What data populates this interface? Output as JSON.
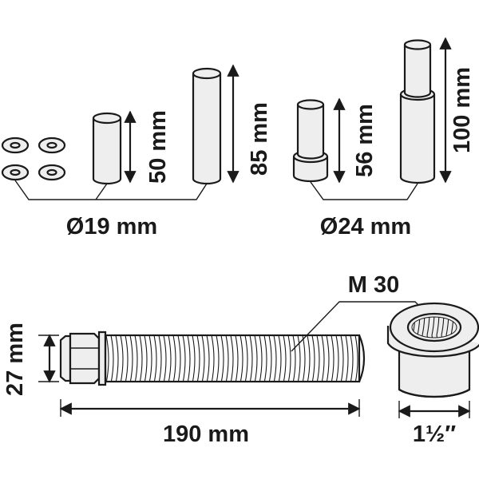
{
  "labels": {
    "pin_small_height": "50 mm",
    "pin_large_height": "85 mm",
    "diameter_small_set": "Ø19 mm",
    "stepped_pin_height": "56 mm",
    "tall_pin_height": "100 mm",
    "diameter_large_set": "Ø24 mm",
    "thread_label": "M 30",
    "rod_height": "27 mm",
    "rod_length": "190 mm",
    "bushing_size": "1½″"
  },
  "colors": {
    "line": "#1a1a1a",
    "fill": "#eeeeee"
  }
}
